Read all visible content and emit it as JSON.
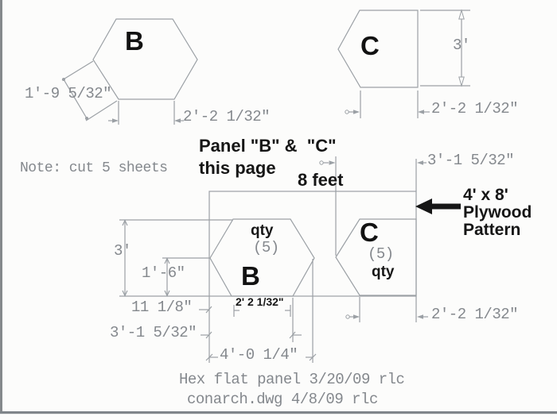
{
  "detail_b": {
    "label": "B",
    "edge_dim": "1'-9 5/32\"",
    "bottom_dim": "2'-2 1/32\""
  },
  "detail_c": {
    "label": "C",
    "height_dim": "3'",
    "bottom_dim": "2'-2 1/32\""
  },
  "note": "Note: cut 5 sheets",
  "annotations": {
    "heading_line1": "Panel \"B\" &  \"C\"",
    "heading_line2": "this page",
    "eight_feet": "8 feet",
    "plywood_line1": "4' x 8'",
    "plywood_line2": "Plywood",
    "plywood_line3": "Pattern"
  },
  "sheet": {
    "top_right_dim": "3'-1 5/32\"",
    "panel_b": {
      "label": "B",
      "qty_label": "qty",
      "qty_value": "(5)",
      "width_annotation": "2' 2 1/32\""
    },
    "panel_c": {
      "label": "C",
      "qty_value": "(5)",
      "qty_label": "qty"
    },
    "left_dims": {
      "height": "3'",
      "inner": "1'-6\"",
      "offset": "11 1/8\"",
      "to_vertex": "3'-1 5/32\"",
      "hex_width": "4'-0 1/4\""
    },
    "bottom_right_dim": "2'-2 1/32\""
  },
  "footer": {
    "line1": "Hex flat panel 3/20/09 rlc",
    "line2": "conarch.dwg 4/8/09 rlc"
  }
}
